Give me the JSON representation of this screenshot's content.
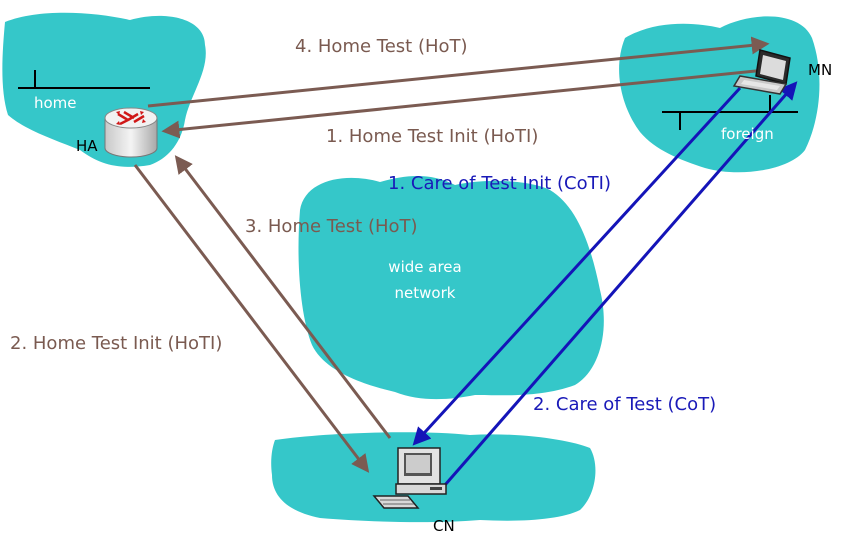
{
  "regions": {
    "home": "home",
    "foreign": "foreign",
    "wan_line1": "wide area",
    "wan_line2": "network"
  },
  "nodes": {
    "ha": "HA",
    "mn": "MN",
    "cn": "CN"
  },
  "messages": {
    "home_test_mn": "4. Home Test (HoT)",
    "hoti_mn_ha": "1. Home Test Init (HoTI)",
    "coti": "1. Care of Test Init (CoTI)",
    "hot_ha_cn": "3. Home Test (HoT)",
    "hoti_ha_cn": "2. Home Test Init (HoTI)",
    "cot": "2. Care of Test (CoT)"
  },
  "colors": {
    "cloud": "#35c7c9",
    "home_path": "#7b5b52",
    "care_of_path": "#1414b8"
  }
}
